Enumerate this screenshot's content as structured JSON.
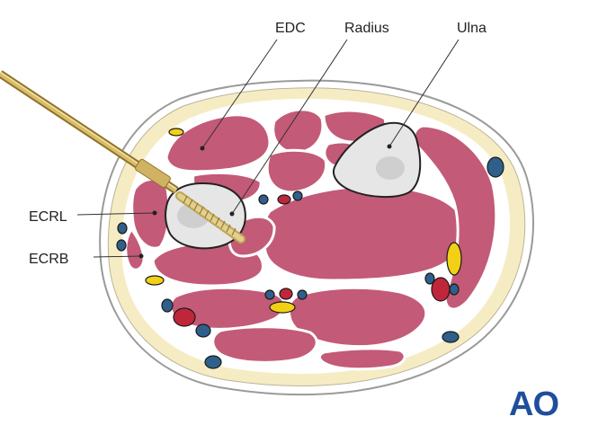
{
  "labels": {
    "edc": "EDC",
    "radius": "Radius",
    "ulna": "Ulna",
    "ecrl": "ECRL",
    "ecrb": "ECRB"
  },
  "logo": {
    "text": "AO",
    "color": "#1f4e9c"
  },
  "colors": {
    "skin_outline": "#9a9a9a",
    "fat": "#f6ecc4",
    "muscle": "#c35a78",
    "muscle_outline": "#ffffff",
    "bone": "#e6e6e6",
    "bone_marrow": "#cfcfcf",
    "artery": "#c0263a",
    "vein": "#2f5f8a",
    "nerve": "#f2d016",
    "instrument": "#c8a64a",
    "screw": "#d9c27a"
  },
  "icons": [
    "drill-sleeve-icon",
    "screw-icon"
  ]
}
